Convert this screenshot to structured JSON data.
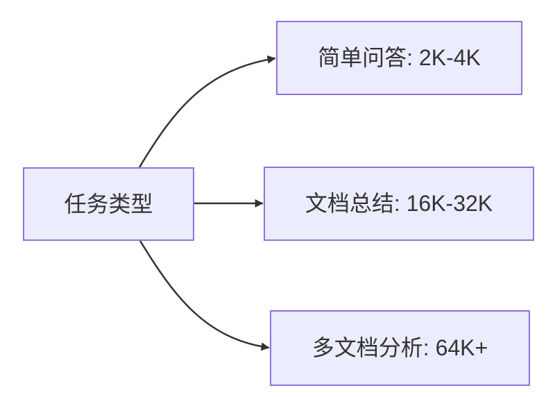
{
  "diagram": {
    "type": "flowchart",
    "direction": "left-to-right",
    "nodes": {
      "root": {
        "label": "任务类型"
      },
      "simple_qa": {
        "label": "简单问答: 2K-4K"
      },
      "doc_summary": {
        "label": "文档总结: 16K-32K"
      },
      "multi_doc": {
        "label": "多文档分析: 64K+"
      }
    },
    "edges": [
      {
        "from": "任务类型",
        "to": "简单问答: 2K-4K",
        "style": "curved-arrow"
      },
      {
        "from": "任务类型",
        "to": "文档总结: 16K-32K",
        "style": "straight-arrow"
      },
      {
        "from": "任务类型",
        "to": "多文档分析: 64K+",
        "style": "curved-arrow"
      }
    ],
    "colors": {
      "background": "#FFFFFF",
      "node_fill": "#ECECFF",
      "node_border": "#9370DB",
      "text": "#333333",
      "edge": "#333333"
    }
  }
}
